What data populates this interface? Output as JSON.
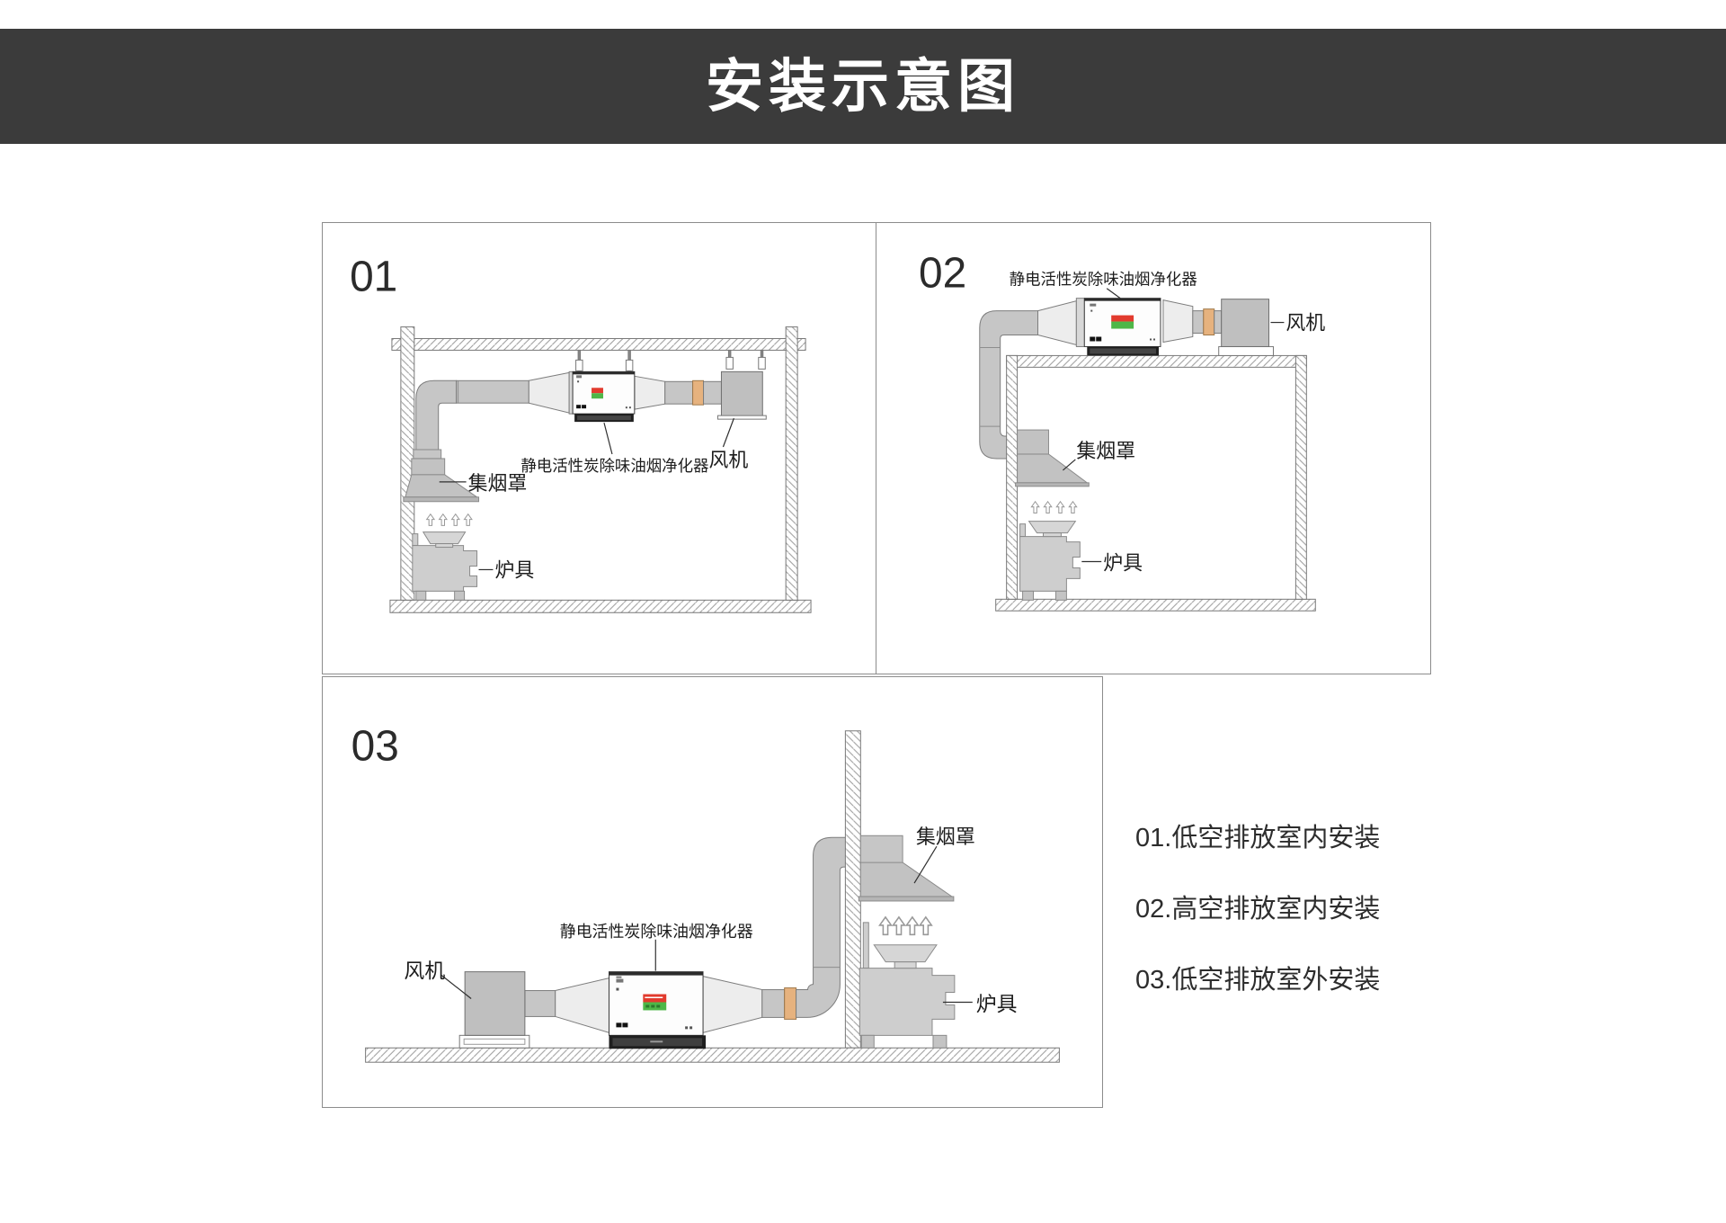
{
  "title": "安装示意图",
  "panels": [
    {
      "number": "01",
      "labels": {
        "purifier": "静电活性炭除味油烟净化器",
        "fan": "风机",
        "hood": "集烟罩",
        "stove": "炉具"
      }
    },
    {
      "number": "02",
      "labels": {
        "purifier": "静电活性炭除味油烟净化器",
        "fan": "风机",
        "hood": "集烟罩",
        "stove": "炉具"
      }
    },
    {
      "number": "03",
      "labels": {
        "purifier": "静电活性炭除味油烟净化器",
        "fan": "风机",
        "hood": "集烟罩",
        "stove": "炉具"
      }
    }
  ],
  "legend": {
    "items": [
      "01.低空排放室内安装",
      "02.高空排放室内安装",
      "03.低空排放室外安装"
    ]
  },
  "icons": {
    "steam_arrow": "⇧ (hollow up arrow)"
  },
  "colors": {
    "title_bar": "#3b3b3b",
    "duct_gray": "#c6c6c6",
    "cone_light": "#ededed",
    "flange_orange": "#e6b27e",
    "fan_gray": "#bfbfbf",
    "hood_gray": "#c2c2c2",
    "stove_gray": "#cecece",
    "purifier_base_dark": "#1f1f1f",
    "sticker_red": "#e23b2e",
    "sticker_green": "#4eb748"
  }
}
